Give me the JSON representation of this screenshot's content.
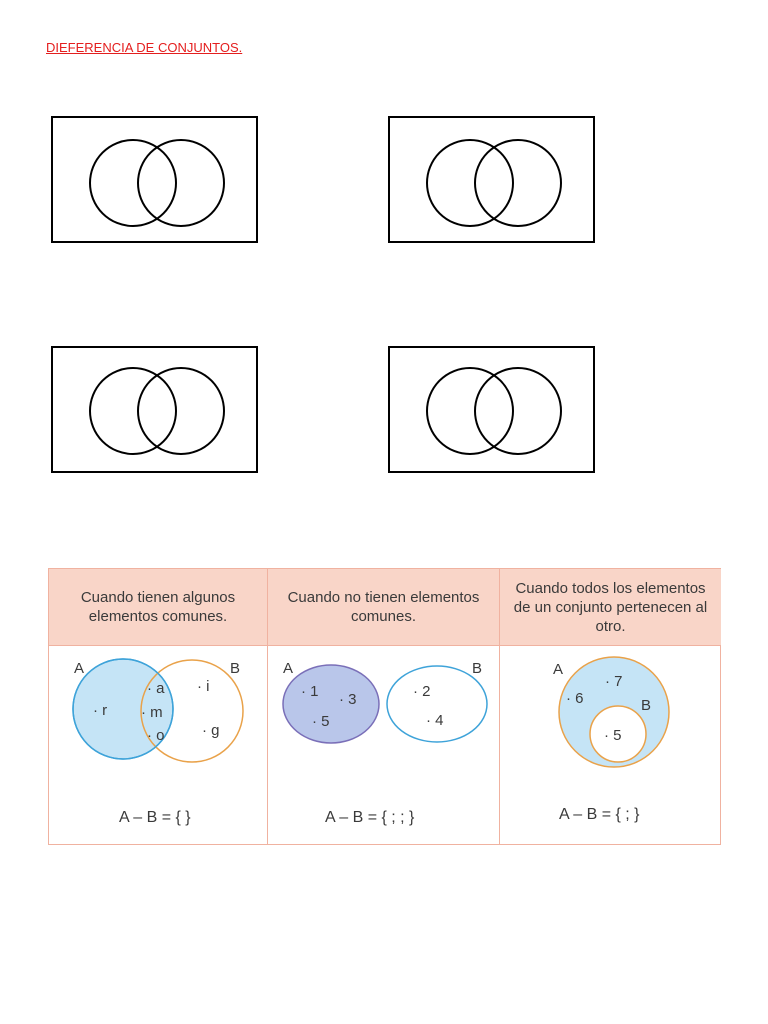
{
  "title": "DIEFERENCIA DE CONJUNTOS.",
  "table": {
    "headers": [
      "Cuando tienen algunos elementos comunes.",
      "Cuando no tienen elementos comunes.",
      "Cuando todos los elementos de un conjunto pertenecen al otro."
    ],
    "cells": [
      {
        "label_a": "A",
        "label_b": "B",
        "only_a": [
          "· r"
        ],
        "common": [
          "· a",
          "· m",
          "· o"
        ],
        "only_b": [
          "· i",
          "· g"
        ],
        "equation": "A – B = {   }"
      },
      {
        "label_a": "A",
        "label_b": "B",
        "set_a": [
          "· 1",
          "· 3",
          "· 5"
        ],
        "set_b": [
          "· 2",
          "· 4"
        ],
        "equation": "A – B = {  ;   ;   }"
      },
      {
        "label_a": "A",
        "label_b": "B",
        "outer": [
          "· 7",
          "· 6"
        ],
        "inner": [
          "· 5"
        ],
        "equation": "A – B = {  ;   }"
      }
    ]
  },
  "colors": {
    "title": "#e41e1e",
    "header_bg": "#f9d5c8",
    "border": "#f0b2a0",
    "fill_blue": "#c5e4f6",
    "stroke_blue": "#3ea3d9",
    "stroke_orange": "#e9a24a",
    "fill_purple": "#b9c6ea",
    "stroke_purple": "#7a6fb8"
  }
}
